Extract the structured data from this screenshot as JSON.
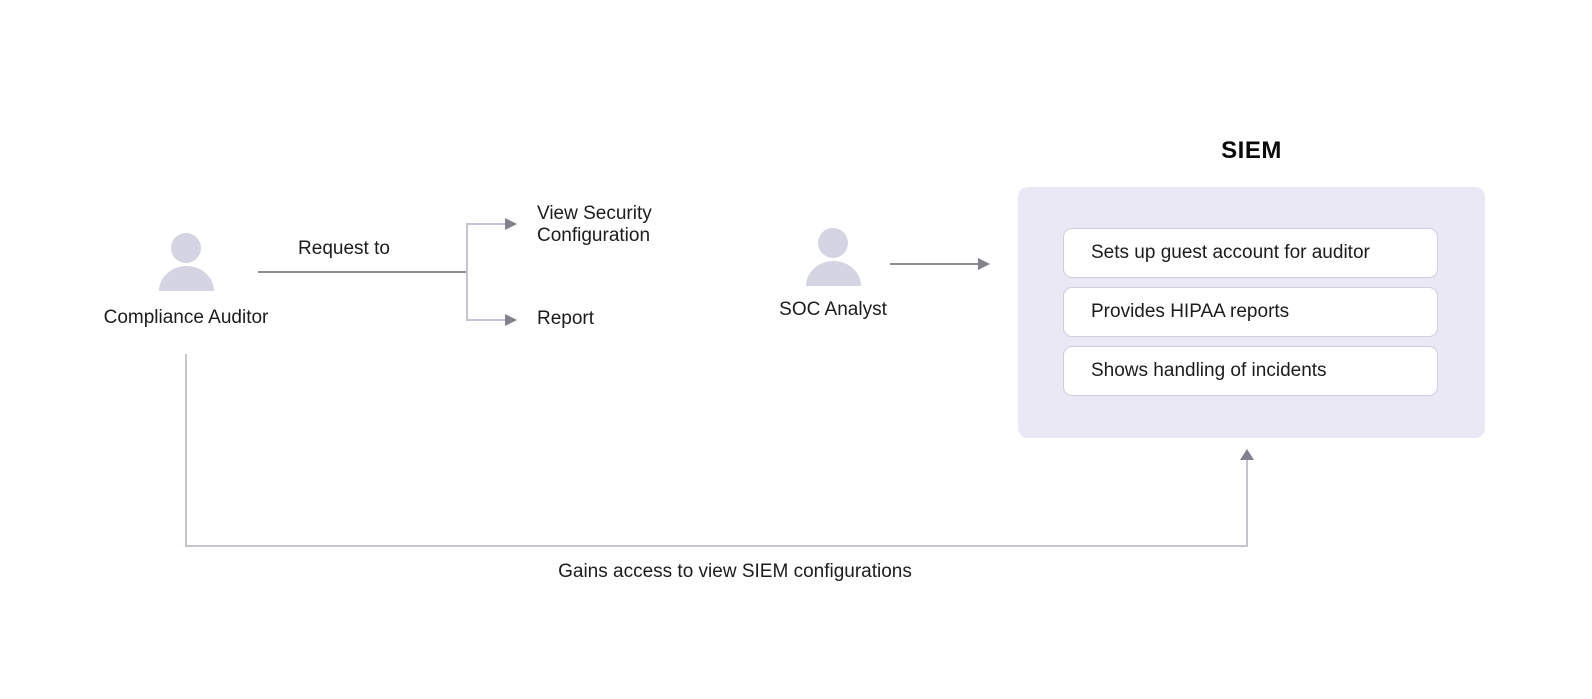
{
  "diagram": {
    "actors": [
      {
        "name": "Compliance Auditor"
      },
      {
        "name": "SOC Analyst"
      }
    ],
    "request": {
      "label": "Request to"
    },
    "branches": [
      {
        "label": "View Security Configuration"
      },
      {
        "label": "Report"
      }
    ],
    "siem": {
      "title": "SIEM",
      "capabilities": [
        "Sets up guest account for auditor",
        "Provides HIPAA reports",
        "Shows handling of incidents"
      ]
    },
    "access_note": "Gains access to view SIEM configurations",
    "colors": {
      "panel_bg": "#e9e8f4",
      "item_bg": "#ffffff",
      "item_border": "#cfcede",
      "icon_fill": "#d5d4e2",
      "line_dark": "#8e8d96",
      "line_light": "#c6c4d3",
      "arrow_fill": "#82818d",
      "text": "#1c1c1c"
    }
  }
}
